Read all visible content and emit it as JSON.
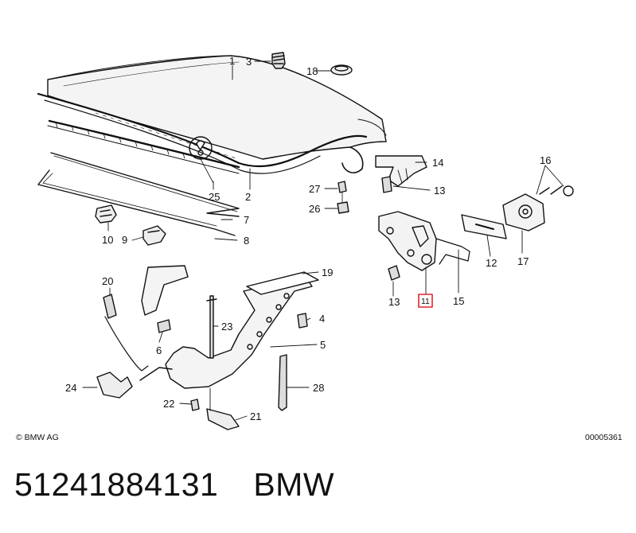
{
  "callouts": {
    "p1": "1",
    "p2": "2",
    "p3": "3",
    "p4": "4",
    "p5": "5",
    "p6": "6",
    "p7": "7",
    "p8": "8",
    "p9": "9",
    "p10": "10",
    "p11": "11",
    "p12": "12",
    "p13a": "13",
    "p13b": "13",
    "p14": "14",
    "p15": "15",
    "p16": "16",
    "p17": "17",
    "p18": "18",
    "p19": "19",
    "p20": "20",
    "p21": "21",
    "p22": "22",
    "p23": "23",
    "p24": "24",
    "p25": "25",
    "p26": "26",
    "p27": "27",
    "p28": "28"
  },
  "highlight": {
    "part": "11",
    "color": "#e0262b"
  },
  "footer": {
    "copyright": "© BMW AG",
    "drawing_number": "00005361",
    "part_number": "51241884131",
    "brand": "BMW"
  }
}
